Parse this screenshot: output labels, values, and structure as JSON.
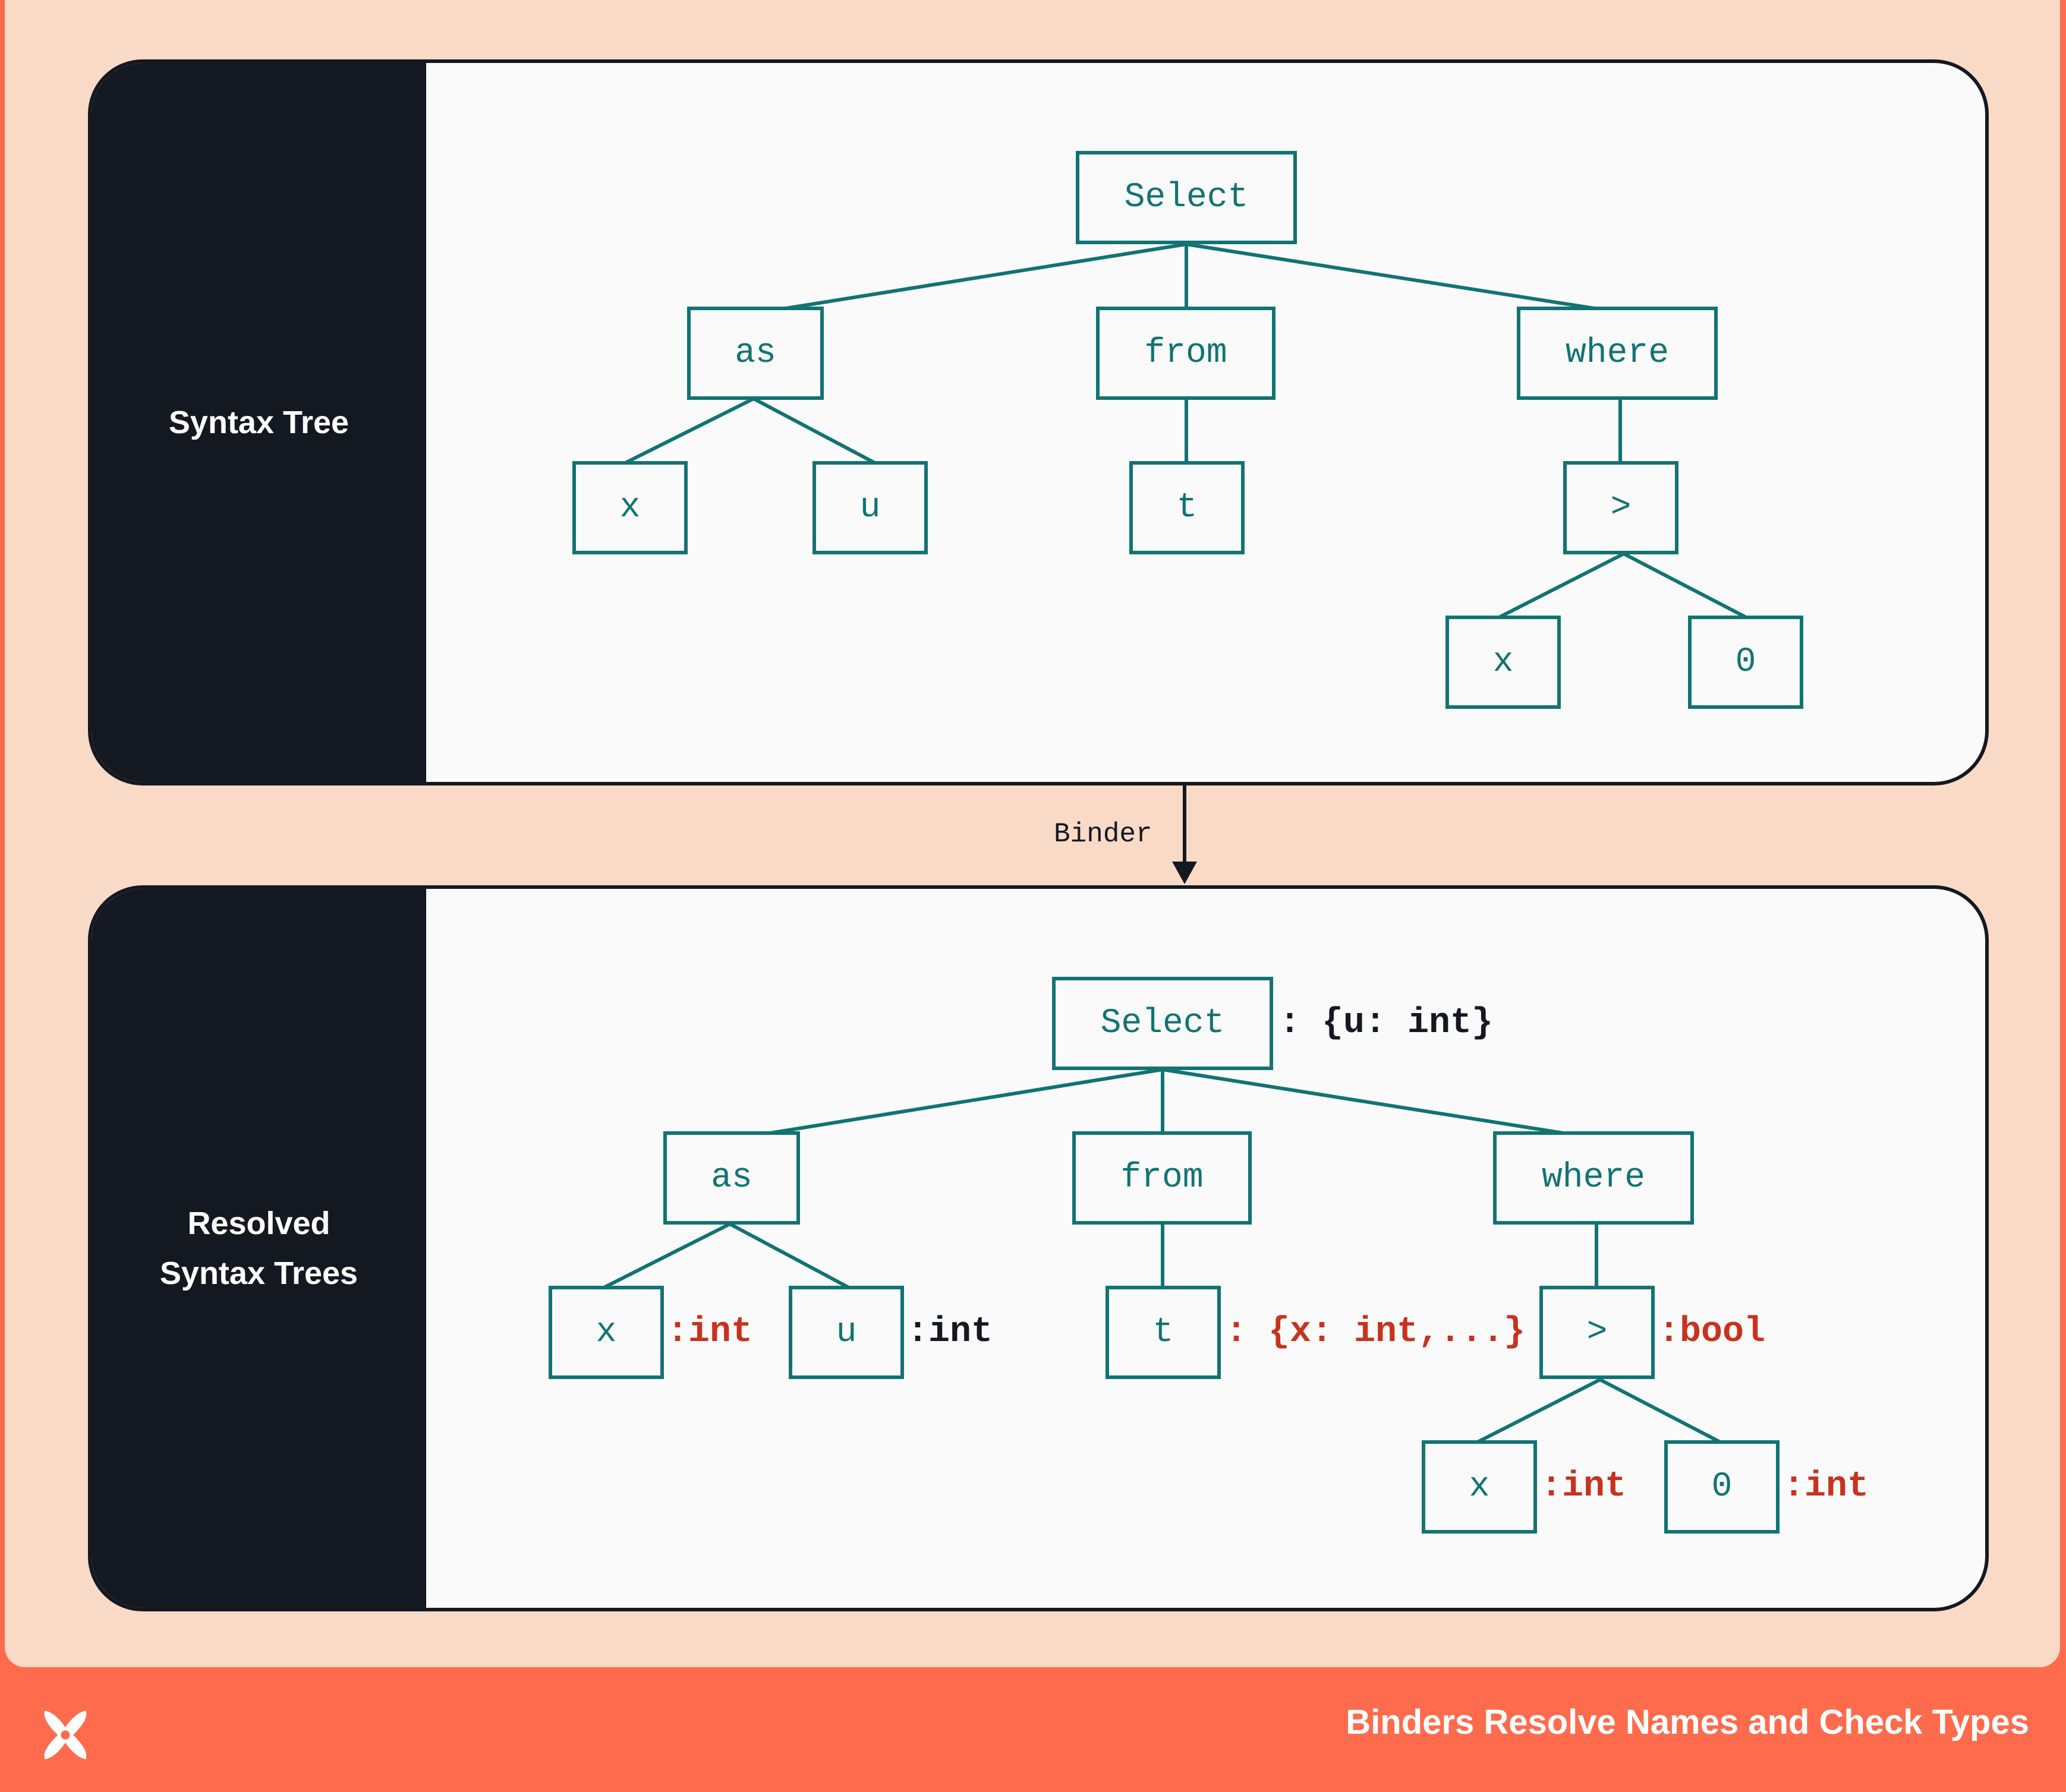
{
  "colors": {
    "footer": "#FF6B4D",
    "background": "#F9DAC6",
    "panel_dark": "#141821",
    "panel_light": "#FAFAFA",
    "node": "#127373",
    "type_highlight": "#C8321E"
  },
  "syntax_tree": {
    "label": "Syntax Tree",
    "nodes": {
      "select": "Select",
      "as": "as",
      "from": "from",
      "where": "where",
      "x": "x",
      "u": "u",
      "t": "t",
      "gt": ">",
      "x2": "x",
      "zero": "0"
    }
  },
  "binder": {
    "label": "Binder"
  },
  "resolved_tree": {
    "label": "Resolved\nSyntax Trees",
    "nodes": {
      "select": "Select",
      "as": "as",
      "from": "from",
      "where": "where",
      "x": "x",
      "u": "u",
      "t": "t",
      "gt": ">",
      "x2": "x",
      "zero": "0"
    },
    "types": {
      "select": ": {u: int}",
      "x": ":int",
      "u": ":int",
      "t": ": {x: int,...}",
      "gt": ":bool",
      "x2": ":int",
      "zero": ":int"
    }
  },
  "footer": {
    "title": "Binders Resolve Names and Check Types",
    "logo_icon": "x-logo-icon"
  }
}
